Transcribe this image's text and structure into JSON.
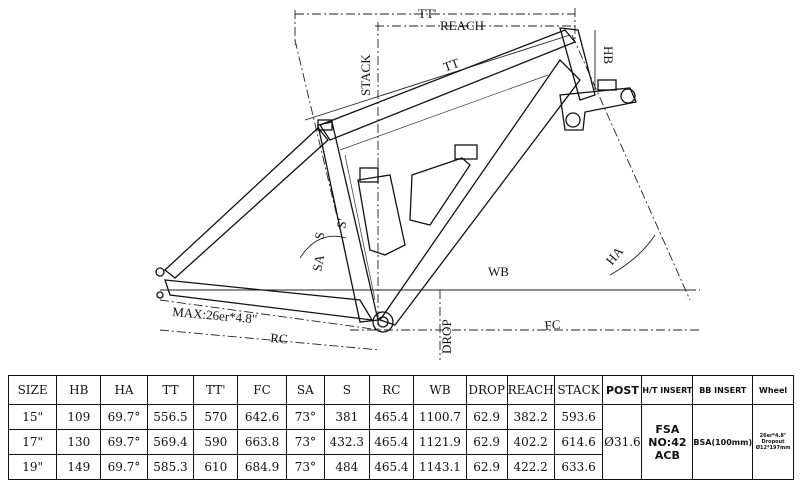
{
  "diagram": {
    "labels": {
      "tt_prime": "TT'",
      "reach": "REACH",
      "hb": "HB",
      "tt": "TT",
      "stack": "STACK",
      "s": "S",
      "s_prime": "S'",
      "sa": "SA",
      "wb": "WB",
      "ha": "HA",
      "max_tire": "MAX:26er*4.8\"",
      "rc": "RC",
      "fc": "FC",
      "drop": "DROP"
    }
  },
  "table": {
    "headers": [
      "SIZE",
      "HB",
      "HA",
      "TT",
      "TT'",
      "FC",
      "SA",
      "S",
      "RC",
      "WB",
      "DROP",
      "REACH",
      "STACK",
      "POST",
      "H/T INSERT",
      "BB INSERT",
      "Wheel"
    ],
    "rows": [
      [
        "15\"",
        "109",
        "69.7°",
        "556.5",
        "570",
        "642.6",
        "73°",
        "381",
        "465.4",
        "1100.7",
        "62.9",
        "382.2",
        "593.6"
      ],
      [
        "17\"",
        "130",
        "69.7°",
        "569.4",
        "590",
        "663.8",
        "73°",
        "432.3",
        "465.4",
        "1121.9",
        "62.9",
        "402.2",
        "614.6"
      ],
      [
        "19\"",
        "149",
        "69.7°",
        "585.3",
        "610",
        "684.9",
        "73°",
        "484",
        "465.4",
        "1143.1",
        "62.9",
        "422.2",
        "633.6"
      ]
    ],
    "post": "Ø31.6",
    "ht_insert_lines": [
      "FSA",
      "NO:42",
      "ACB"
    ],
    "bb_insert": "BSA(100mm)",
    "wheel_lines": [
      "26er*4.8\"",
      "Dropout",
      "Ø12*197mm"
    ]
  }
}
